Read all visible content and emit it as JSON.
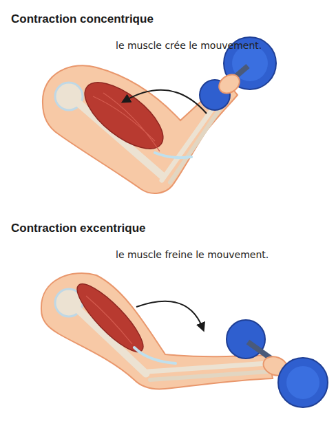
{
  "diagram": {
    "labels": [
      "Contraction concentrique",
      "le muscle crée le mouvement.",
      "Contraction excentrique",
      "le muscle freine le mouvement."
    ]
  }
}
